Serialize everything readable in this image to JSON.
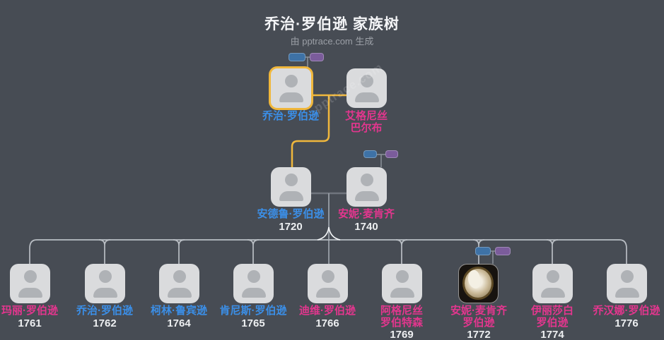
{
  "title": "乔治·罗伯逊 家族树",
  "subtitle": "由 pptrace.com 生成",
  "watermark": "pptrace.com",
  "colors": {
    "male": "#3B8FE8",
    "female": "#E3368E",
    "highlight": "#F0B73C",
    "badge_blue": "#3E72A6",
    "badge_purple": "#7B5C9B"
  },
  "generations": {
    "grandparents": [
      {
        "name": "乔治·罗伯逊",
        "gender": "male",
        "highlighted": true
      },
      {
        "name": "艾格尼丝\n巴尔布",
        "gender": "female"
      }
    ],
    "parents": [
      {
        "name": "安德鲁·罗伯逊",
        "year": "1720",
        "gender": "male"
      },
      {
        "name": "安妮·麦肯齐",
        "year": "1740",
        "gender": "female"
      }
    ],
    "children": [
      {
        "name": "玛丽·罗伯逊",
        "year": "1761",
        "gender": "female"
      },
      {
        "name": "乔治·罗伯逊",
        "year": "1762",
        "gender": "male"
      },
      {
        "name": "柯林·鲁宾逊",
        "year": "1764",
        "gender": "male"
      },
      {
        "name": "肯尼斯·罗伯逊",
        "year": "1765",
        "gender": "male"
      },
      {
        "name": "迪维·罗伯逊",
        "year": "1766",
        "gender": "female"
      },
      {
        "name": "阿格尼丝\n罗伯特森",
        "year": "1769",
        "gender": "female"
      },
      {
        "name": "安妮·麦肯齐\n罗伯逊",
        "year": "1772",
        "gender": "female",
        "has_photo": true
      },
      {
        "name": "伊丽莎白\n罗伯逊",
        "year": "1774",
        "gender": "female"
      },
      {
        "name": "乔汉娜·罗伯逊",
        "year": "1776",
        "gender": "female"
      }
    ]
  }
}
